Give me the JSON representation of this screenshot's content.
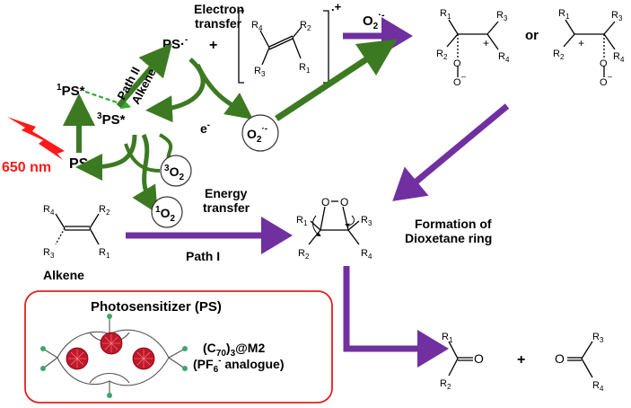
{
  "light": {
    "wavelength": "650 nm",
    "color": "#ff1a1a"
  },
  "species": {
    "ps": "PS",
    "ps1_sup": "1",
    "ps1_main": "PS*",
    "ps3_sup": "3",
    "ps3_main": "PS*",
    "ps_radical": "PS·",
    "ps_radical_sup": "-",
    "o2_3": {
      "pre": "3",
      "main": "O",
      "sub": "2"
    },
    "o2_1": {
      "pre": "1",
      "main": "O",
      "sub": "2"
    },
    "superoxide": {
      "main": "O",
      "sub": "2",
      "sup": "·-"
    },
    "superoxide_top": {
      "main": "O",
      "sub": "2",
      "sup": "·-"
    },
    "electron": "e",
    "electron_sup": "-"
  },
  "labels": {
    "electron_transfer": [
      "Electron",
      "transfer"
    ],
    "energy_transfer": [
      "Energy",
      "transfer"
    ],
    "path2": [
      "Path II",
      "Alkene"
    ],
    "path1": "Path I",
    "alkene": "Alkene",
    "or": "or",
    "plus": "+",
    "dioxetane_formation": [
      "Formation of",
      "Dioxetane ring"
    ],
    "radical_cation": ".+"
  },
  "substituents": {
    "r1": "R",
    "r2": "R",
    "r3": "R",
    "r4": "R",
    "s1": "1",
    "s2": "2",
    "s3": "3",
    "s4": "4"
  },
  "atoms": {
    "oxygen": "O",
    "oxyanion": "O"
  },
  "photosensitizer": {
    "title": "Photosensitizer (PS)",
    "name_line1": "(C70)3@M2",
    "name_line2": "(PF6- analogue)",
    "formula_pre": "(C",
    "formula_sub": "70",
    "formula_post": ")",
    "formula_sub2": "3",
    "formula_tail": "@M2",
    "analogue_pre": "(PF",
    "analogue_sub": "6",
    "analogue_sup": "-",
    "analogue_tail": " analogue)"
  },
  "colors": {
    "green": "#3c7a22",
    "purple": "#7030a0",
    "red": "#ff1a1a",
    "box_red": "#e02020",
    "dashed_green": "#33aa33"
  }
}
